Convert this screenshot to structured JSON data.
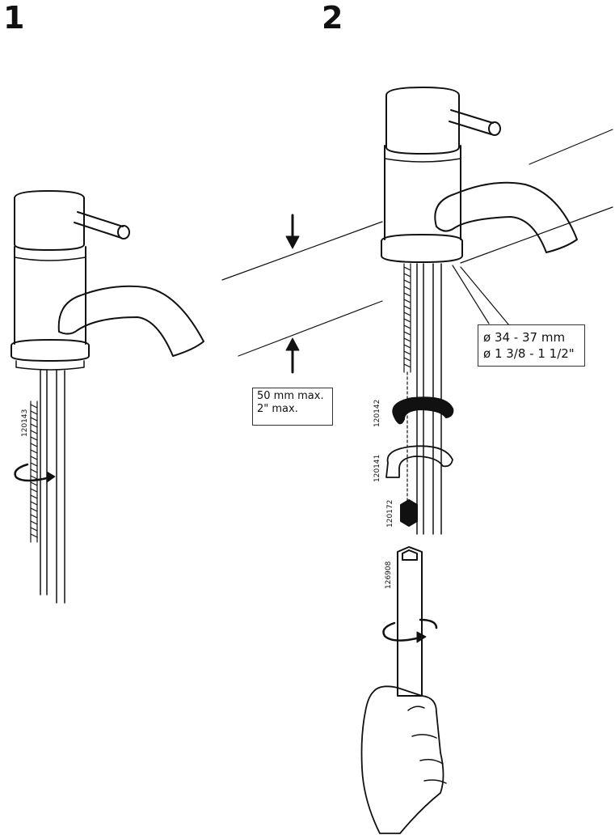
{
  "steps": [
    {
      "number": "1"
    },
    {
      "number": "2"
    }
  ],
  "callouts": {
    "depth": {
      "line1": "50 mm max.",
      "line2": "2\" max."
    },
    "diameter": {
      "line1": "ø 34 - 37 mm",
      "line2": "ø 1 3/8 - 1 1/2\""
    }
  },
  "part_numbers": {
    "threaded_rod": "120143",
    "gasket": "120142",
    "washer": "120141",
    "nut": "120172",
    "tube_wrench": "126908"
  }
}
